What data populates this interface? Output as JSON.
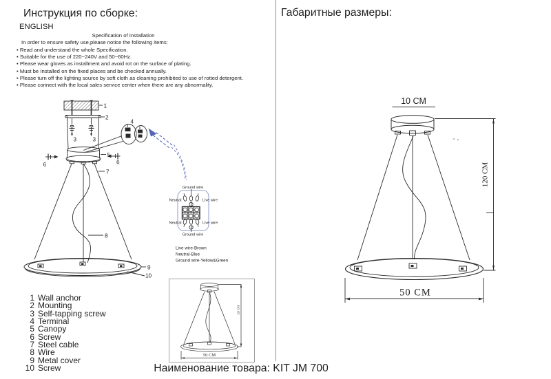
{
  "page": {
    "left_heading": "Инструкция по сборке:",
    "language_label": "ENGLISH",
    "right_heading": "Габаритные размеры:",
    "footer": "Наименование товара: KIT JM 700"
  },
  "spec": {
    "title": "Specification of Installation",
    "intro": "In order to ensure safety use,please notice the following items:",
    "items": [
      "Read and understand the whole Specification.",
      "Suitable for the use of 220~240V and 50~60Hz.",
      "Please wear gloves as installment and avoid rot on the surface of plating.",
      "Must be Installed on the fixed places and be checked annually.",
      "Please turn off the lighting source by soft cloth as cleaning prohibited to use of rotted detergent.",
      "Please connect with the local sales service center when there are any abnormality."
    ]
  },
  "parts": [
    {
      "num": "1",
      "name": "Wall anchor"
    },
    {
      "num": "2",
      "name": "Mounting"
    },
    {
      "num": "3",
      "name": "Self-tapping screw"
    },
    {
      "num": "4",
      "name": "Terminal"
    },
    {
      "num": "5",
      "name": "Canopy"
    },
    {
      "num": "6",
      "name": "Screw"
    },
    {
      "num": "7",
      "name": "Steel cable"
    },
    {
      "num": "8",
      "name": "Wire"
    },
    {
      "num": "9",
      "name": "Metal cover"
    },
    {
      "num": "10",
      "name": "Screw"
    }
  ],
  "wiring": {
    "ground_top": "Ground wire",
    "neutral_top": "Neutral",
    "live_top": "Live wire",
    "neutral_bottom": "Neutral",
    "live_bottom": "Live wire",
    "ground_bottom": "Ground wire",
    "legend": [
      "Live wire-Brown",
      "Neutral-Blue",
      "Ground wire-Yellow&Green"
    ]
  },
  "dimensions": {
    "canopy_width": "10 CM",
    "height": "120 CM",
    "diameter": "50 CM"
  },
  "colors": {
    "line": "#2b2b2b",
    "accent_blue": "#5565b8"
  }
}
